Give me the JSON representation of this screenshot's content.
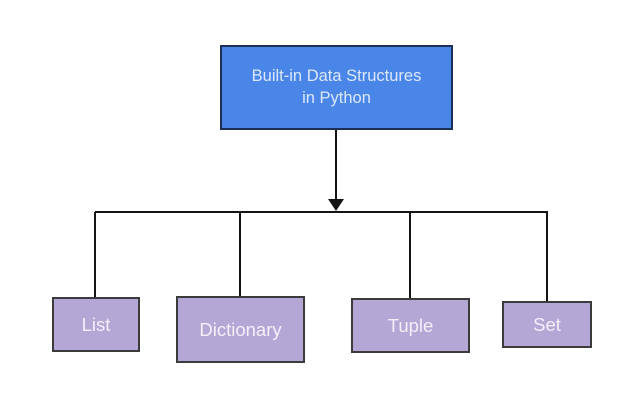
{
  "diagram": {
    "root": {
      "label": "Built-in Data Structures in Python"
    },
    "children": [
      {
        "label": "List"
      },
      {
        "label": "Dictionary"
      },
      {
        "label": "Tuple"
      },
      {
        "label": "Set"
      }
    ],
    "colors": {
      "root_fill": "#4a86e8",
      "root_border": "#1d2f54",
      "root_text": "#dbe8fb",
      "child_fill": "#b4a7d6",
      "child_border": "#3b3b3b",
      "child_text": "#f3f0fa",
      "connector": "#141414",
      "background": "#ffffff"
    }
  }
}
